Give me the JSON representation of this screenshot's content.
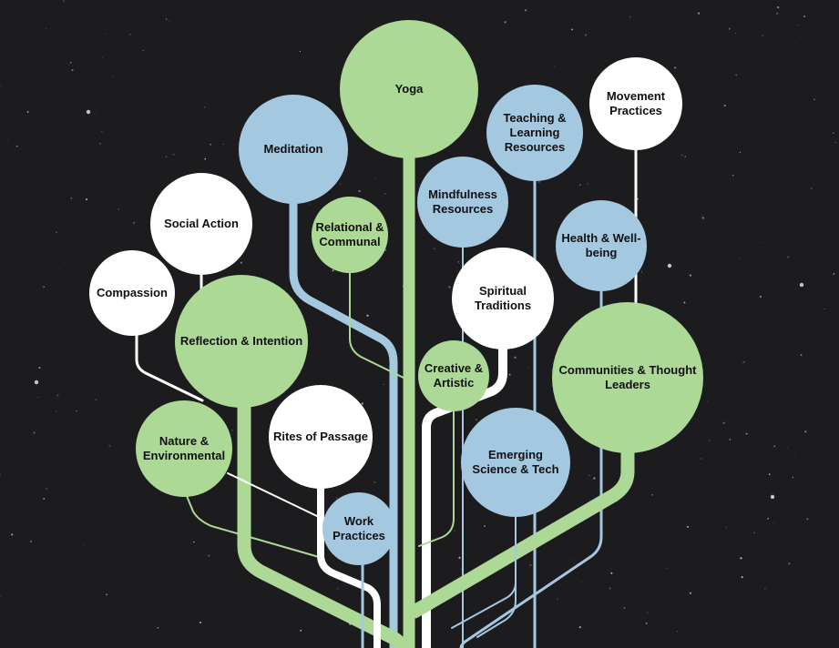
{
  "colors": {
    "background": "#1c1c1e",
    "green": "#acd995",
    "blue": "#a5c8e1",
    "white": "#ffffff",
    "text": "#111111"
  },
  "nodes": {
    "yoga": {
      "label": "Yoga",
      "color": "green"
    },
    "meditation": {
      "label": "Meditation",
      "color": "blue"
    },
    "teaching": {
      "label": "Teaching & Learning Resources",
      "color": "blue"
    },
    "movement": {
      "label": "Movement Practices",
      "color": "white"
    },
    "social_action": {
      "label": "Social Action",
      "color": "white"
    },
    "relational": {
      "label": "Relational & Communal",
      "color": "green"
    },
    "mindfulness": {
      "label": "Mindfulness Resources",
      "color": "blue"
    },
    "health": {
      "label": "Health & Well-being",
      "color": "blue"
    },
    "compassion": {
      "label": "Compassion",
      "color": "white"
    },
    "reflection": {
      "label": "Reflection & Intention",
      "color": "green"
    },
    "spiritual": {
      "label": "Spiritual Traditions",
      "color": "white"
    },
    "creative": {
      "label": "Creative & Artistic",
      "color": "green"
    },
    "communities": {
      "label": "Communities & Thought Leaders",
      "color": "green"
    },
    "nature": {
      "label": "Nature & Environmental",
      "color": "green"
    },
    "rites": {
      "label": "Rites of Passage",
      "color": "white"
    },
    "emerging": {
      "label": "Emerging Science & Tech",
      "color": "blue"
    },
    "work": {
      "label": "Work Practices",
      "color": "blue"
    }
  }
}
